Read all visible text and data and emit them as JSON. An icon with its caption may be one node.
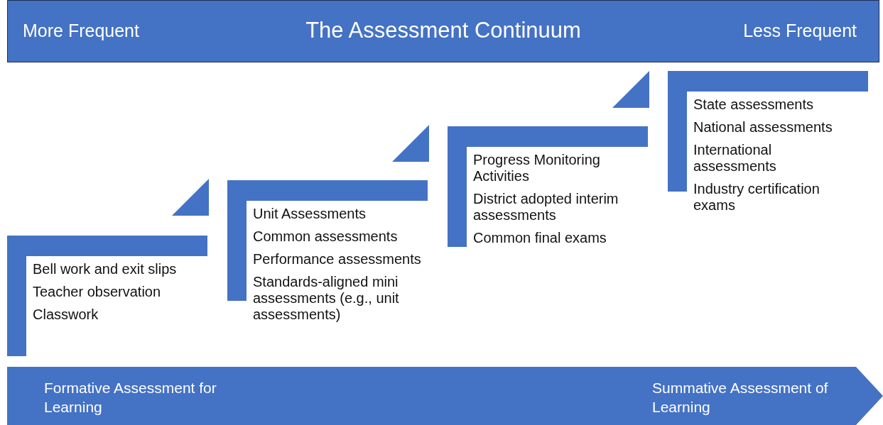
{
  "diagram": {
    "title": "The Assessment Continuum",
    "nodes": [
      {
        "text": [
          "More Frequent",
          "Less Frequent"
        ]
      },
      {
        "text": [
          "Bell work and exit slips",
          "Teacher observation",
          "Classwork"
        ]
      },
      {
        "text": [
          "Unit Assessments",
          "Common assessments",
          "Performance assessments",
          "Standards-aligned mini assessments (e.g., unit assessments)"
        ]
      },
      {
        "text": [
          "Progress Monitoring Activities",
          "District adopted interim assessments",
          "Common final exams"
        ]
      },
      {
        "text": [
          "State assessments",
          "National assessments",
          "International assessments",
          "Industry certification exams"
        ]
      },
      {
        "text": [
          "Formative Assessment for Learning",
          "Summative Assessment of Learning"
        ]
      }
    ],
    "edges": []
  }
}
